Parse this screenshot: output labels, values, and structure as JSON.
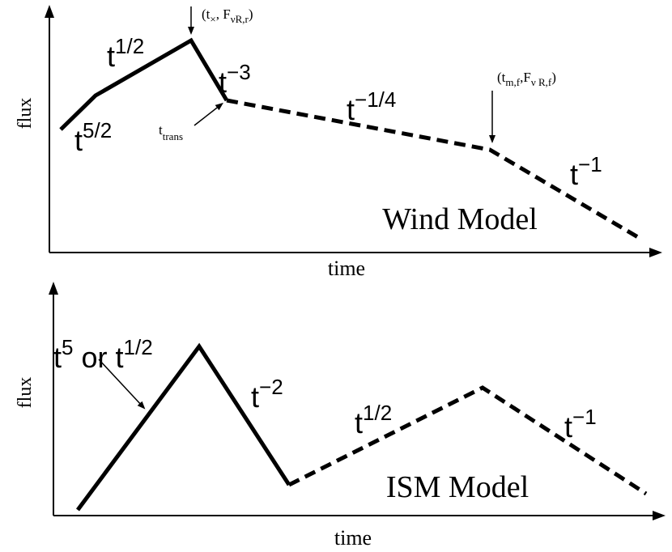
{
  "panels": {
    "wind": {
      "ylabel": "flux",
      "xlabel": "time",
      "model_label": "Wind Model",
      "segments": [
        {
          "t": "t",
          "exp": "5/2"
        },
        {
          "t": "t",
          "exp": "1/2"
        },
        {
          "t": "t",
          "exp": "−3"
        },
        {
          "t": "t",
          "exp": "−1/4"
        },
        {
          "t": "t",
          "exp": "−1"
        }
      ],
      "annotations": {
        "peak_open": "(t",
        "peak_sub1": "×",
        "peak_mid": ", F",
        "peak_sub2": "νR,r",
        "peak_close": ")",
        "trans_t": "t",
        "trans_sub": "trans",
        "mf_open": "(t",
        "mf_sub1": "m,f",
        "mf_mid": ",F",
        "mf_sub2": "ν R,f",
        "mf_close": ")"
      }
    },
    "ism": {
      "ylabel": "flux",
      "xlabel": "time",
      "model_label": "ISM Model",
      "rise_t1": "t",
      "rise_exp1": "5",
      "rise_or": "or",
      "rise_t2": "t",
      "rise_exp2": "1/2",
      "segments": [
        {
          "t": "t",
          "exp": "−2"
        },
        {
          "t": "t",
          "exp": "1/2"
        },
        {
          "t": "t",
          "exp": "−1"
        }
      ]
    }
  }
}
